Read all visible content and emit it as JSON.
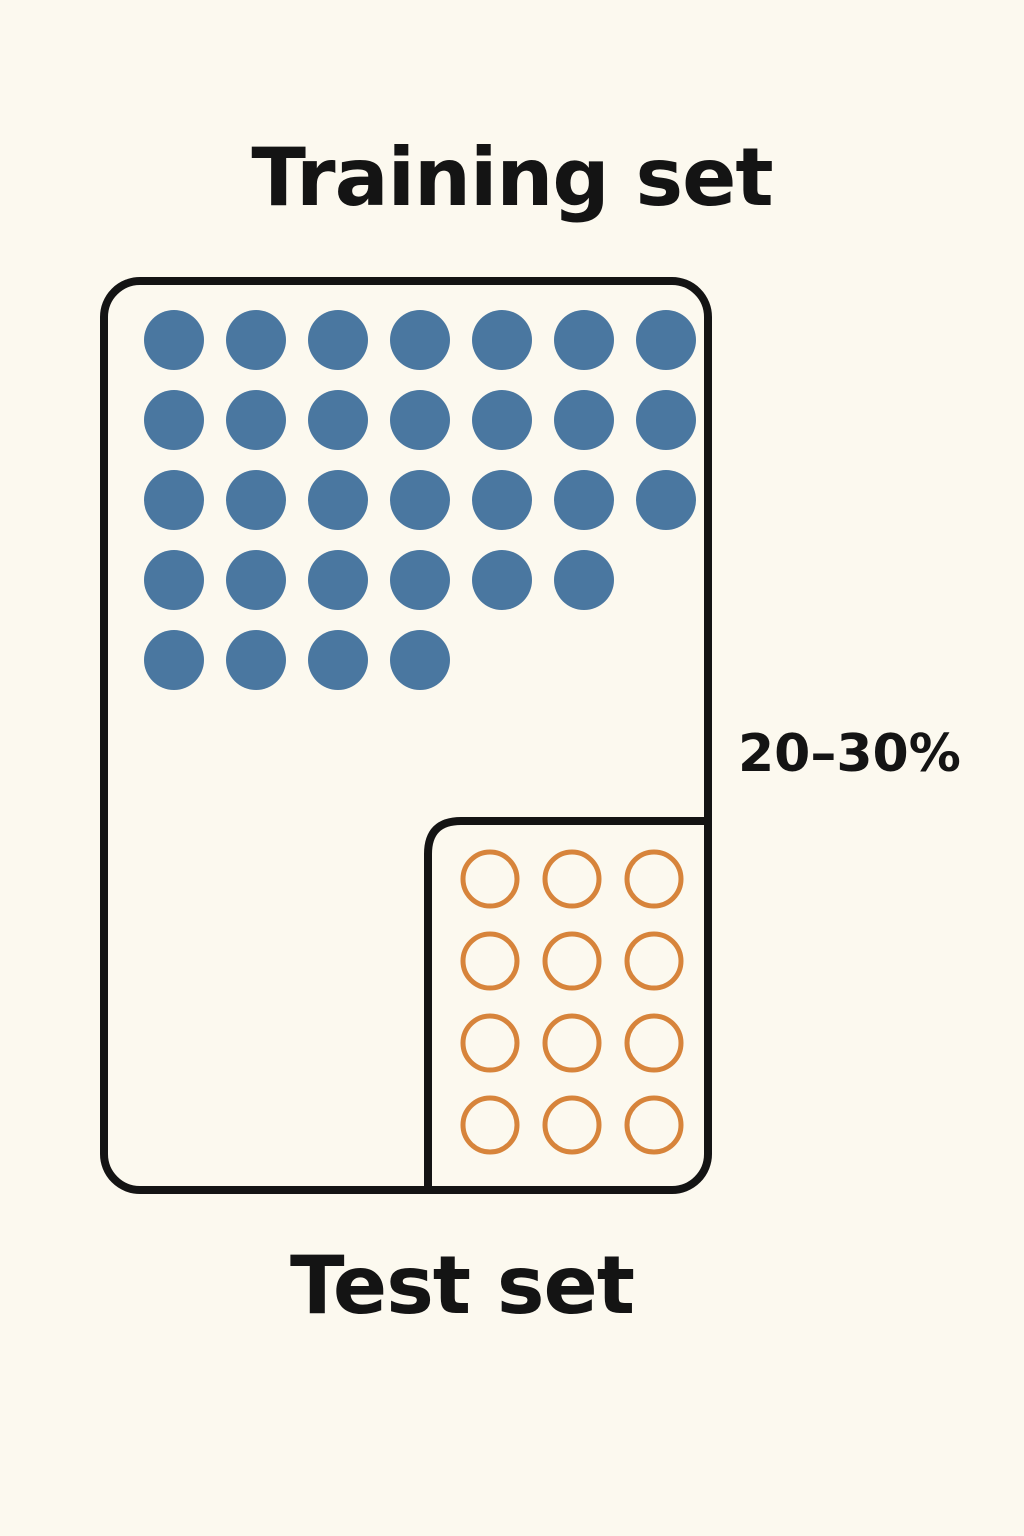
{
  "diagram": {
    "training_label": "Training set",
    "test_label": "Test set",
    "test_ratio_label": "20–30%",
    "training_dot_rows": [
      7,
      7,
      7,
      6,
      4
    ],
    "test_grid": {
      "rows": 4,
      "cols": 3
    },
    "colors": {
      "background": "#fcf9ef",
      "outline": "#141414",
      "training_point": "#4a77a0",
      "test_point": "#d7843b"
    }
  }
}
